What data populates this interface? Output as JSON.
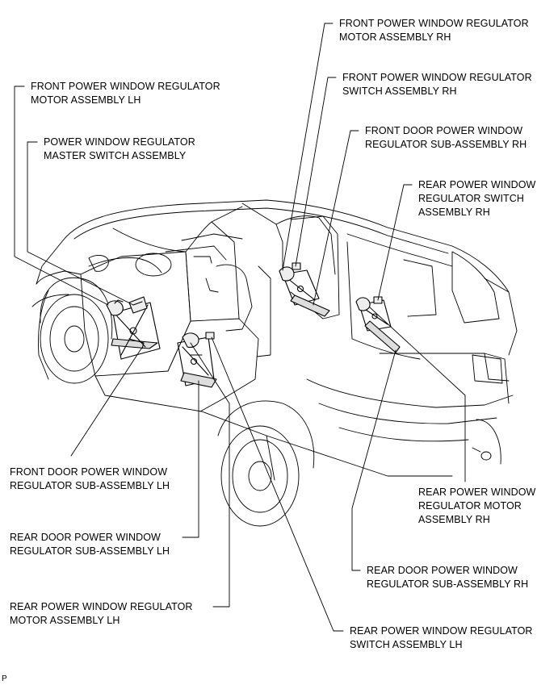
{
  "labels": {
    "front_motor_rh": [
      "FRONT POWER WINDOW REGULATOR",
      "MOTOR ASSEMBLY RH"
    ],
    "front_switch_rh": [
      "FRONT POWER WINDOW REGULATOR",
      "SWITCH ASSEMBLY RH"
    ],
    "front_door_sub_rh": [
      "FRONT DOOR POWER WINDOW",
      "REGULATOR SUB-ASSEMBLY RH"
    ],
    "rear_switch_rh": [
      "REAR POWER WINDOW",
      "REGULATOR SWITCH",
      "ASSEMBLY RH"
    ],
    "front_motor_lh": [
      "FRONT POWER WINDOW REGULATOR",
      "MOTOR ASSEMBLY LH"
    ],
    "master_switch": [
      "POWER WINDOW REGULATOR",
      "MASTER SWITCH ASSEMBLY"
    ],
    "front_door_sub_lh": [
      "FRONT DOOR POWER WINDOW",
      "REGULATOR SUB-ASSEMBLY LH"
    ],
    "rear_door_sub_lh": [
      "REAR DOOR POWER WINDOW",
      "REGULATOR SUB-ASSEMBLY LH"
    ],
    "rear_motor_lh": [
      "REAR POWER WINDOW REGULATOR",
      "MOTOR ASSEMBLY LH"
    ],
    "rear_motor_rh": [
      "REAR POWER WINDOW",
      "REGULATOR MOTOR",
      "ASSEMBLY RH"
    ],
    "rear_door_sub_rh": [
      "REAR DOOR POWER WINDOW",
      "REGULATOR SUB-ASSEMBLY RH"
    ],
    "rear_switch_lh": [
      "REAR POWER WINDOW REGULATOR",
      "SWITCH ASSEMBLY LH"
    ]
  },
  "figure_id": "P",
  "colors": {
    "line": "#000000",
    "background": "#ffffff"
  }
}
